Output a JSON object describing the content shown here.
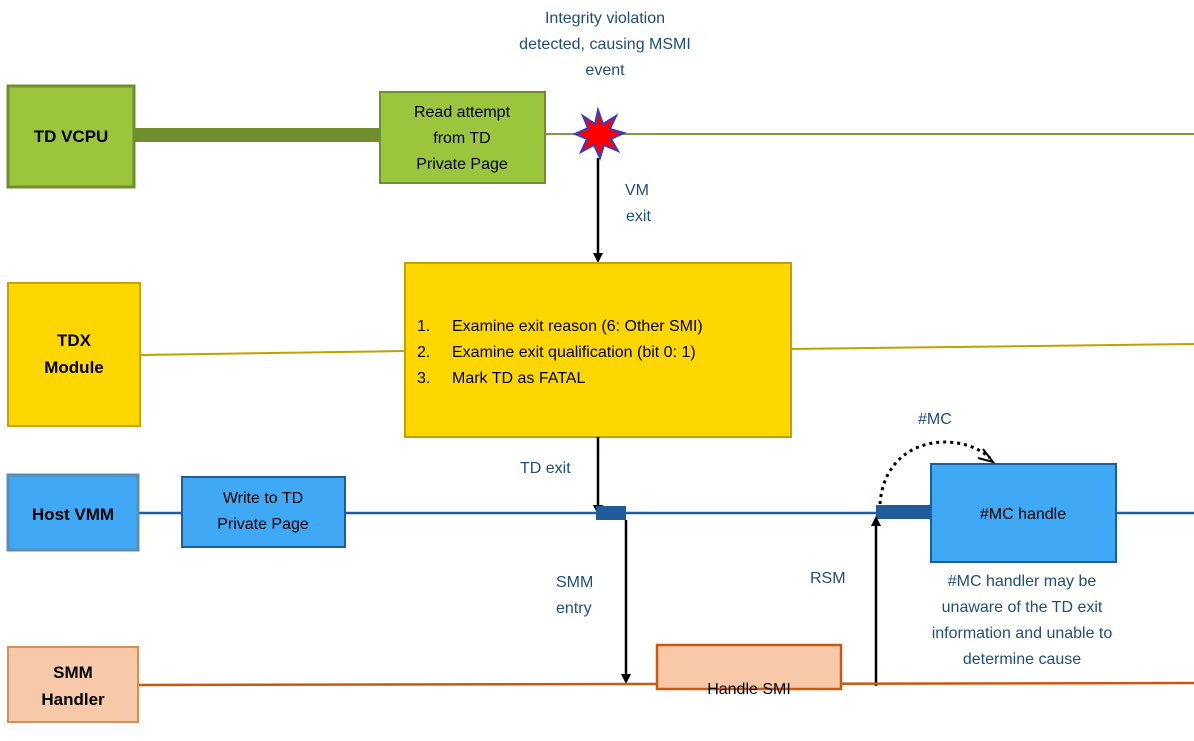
{
  "lanes": {
    "td_vcpu": {
      "label": "TD VCPU",
      "fill": "#9BC53D",
      "border": "#6F8F2F"
    },
    "tdx_module": {
      "label_line1": "TDX",
      "label_line2": "Module",
      "fill": "#FFD700",
      "border": "#C9A400"
    },
    "host_vmm": {
      "label": "Host VMM",
      "fill": "#3FA9F5",
      "border": "#5B8DB5"
    },
    "smm_handler": {
      "label_line1": "SMM",
      "label_line2": "Handler",
      "fill": "#F8C9A8",
      "border": "#E08A55"
    }
  },
  "colors": {
    "vcpu_line": "#6F8F2F",
    "vmm_line": "#1F5C99",
    "smm_line": "#C55A11",
    "tdx_line": "#BFA100",
    "note_text": "#1F4E79",
    "burst_outer": "#3A3AC8",
    "burst_inner": "#FF0000"
  },
  "boxes": {
    "read_attempt": {
      "line1": "Read attempt",
      "line2": "from TD",
      "line3": "Private Page"
    },
    "tdx_steps": [
      {
        "num": "1.",
        "text": "Examine exit reason (6:  Other SMI)"
      },
      {
        "num": "2.",
        "text": "Examine exit qualification (bit 0:  1)"
      },
      {
        "num": "3.",
        "text": "Mark TD as FATAL"
      }
    ],
    "write_private": {
      "line1": "Write to TD",
      "line2": "Private Page"
    },
    "mc_handle": {
      "label": "#MC handle"
    },
    "handle_smi": {
      "label": "Handle SMI"
    }
  },
  "notes": {
    "integrity": {
      "line1": "Integrity violation",
      "line2": "detected, causing MSMI",
      "line3": "event"
    },
    "vm_exit": {
      "line1": "VM",
      "line2": "exit"
    },
    "td_exit": "TD exit",
    "smm_entry": {
      "line1": "SMM",
      "line2": "entry"
    },
    "rsm": "RSM",
    "mc": "#MC",
    "mc_handler_note": {
      "line1": "#MC handler may be",
      "line2": "unaware of the TD exit",
      "line3": "information and unable to",
      "line4": "determine cause"
    }
  }
}
